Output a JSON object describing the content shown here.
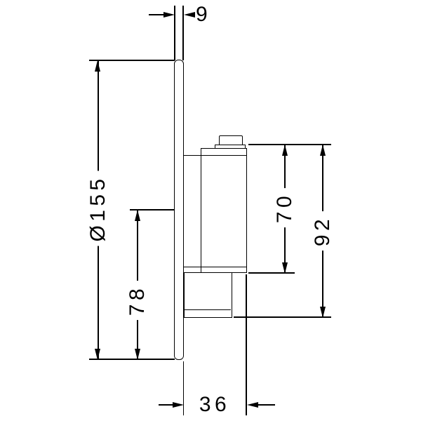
{
  "drawing": {
    "type": "technical-dimension-drawing",
    "view": "side-view-concealed-shower-valve",
    "background_color": "#ffffff",
    "line_color": "#000000",
    "labels": {
      "plate_thickness": "9",
      "plate_diameter": "Ø155",
      "center_to_bottom": "78",
      "body_height": "70",
      "overall_height": "92",
      "depth": "36"
    }
  }
}
